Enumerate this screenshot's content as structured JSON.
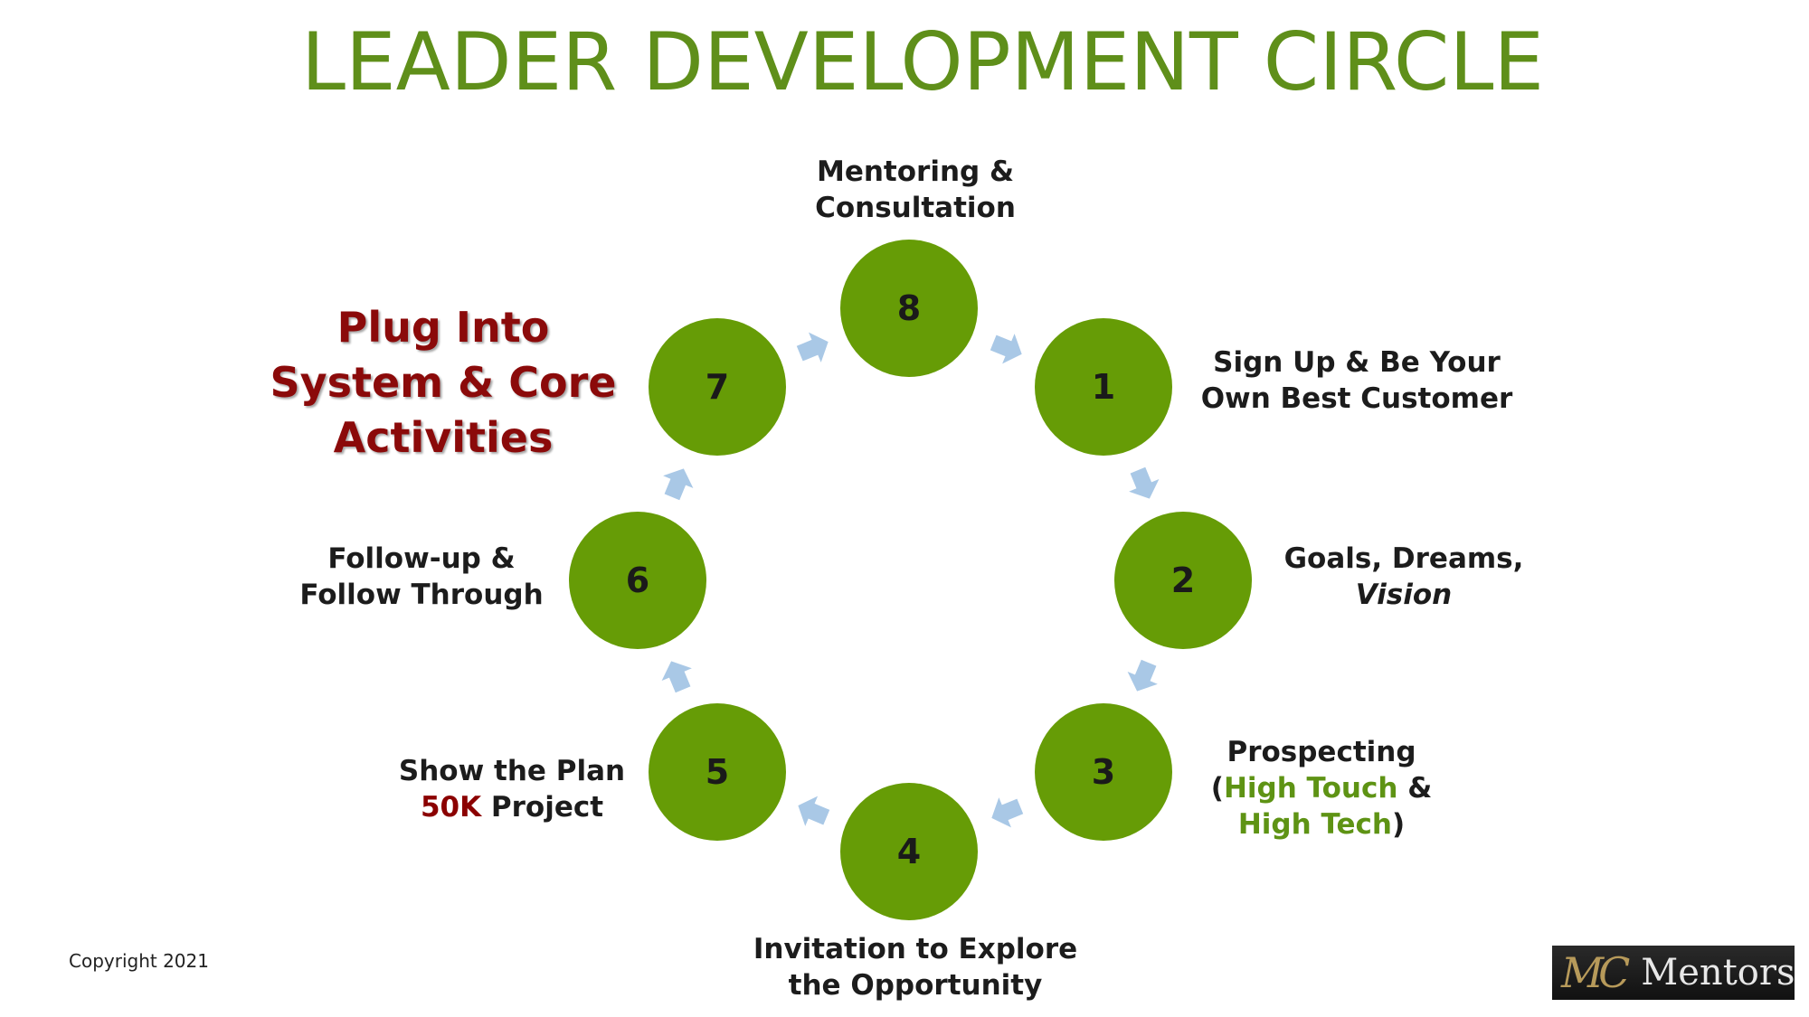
{
  "title": "LEADER DEVELOPMENT CIRCLE",
  "callout": {
    "line1": "Plug Into",
    "line2": "System & Core",
    "line3": "Activities"
  },
  "nodes": [
    {
      "num": "1"
    },
    {
      "num": "2"
    },
    {
      "num": "3"
    },
    {
      "num": "4"
    },
    {
      "num": "5"
    },
    {
      "num": "6"
    },
    {
      "num": "7"
    },
    {
      "num": "8"
    }
  ],
  "labels": {
    "n8": {
      "line1": "Mentoring &",
      "line2": "Consultation"
    },
    "n1": {
      "line1": "Sign Up & Be Your",
      "line2": "Own Best Customer"
    },
    "n2": {
      "line1": "Goals, Dreams,",
      "line2": "Vision"
    },
    "n3": {
      "line1": "Prospecting",
      "open_paren": "(",
      "high_touch": "High Touch",
      "amp": " &",
      "high_tech": "High Tech",
      "close_paren": ")"
    },
    "n4": {
      "line1": "Invitation to Explore",
      "line2": "the Opportunity"
    },
    "n5": {
      "line1": "Show the Plan",
      "highlight": "50K",
      "rest": " Project"
    },
    "n6": {
      "line1": "Follow-up &",
      "line2": "Follow Through"
    }
  },
  "copyright": "Copyright 2021",
  "logo": {
    "mark": "MC",
    "text": "Mentors"
  },
  "colors": {
    "title": "#5f8f1a",
    "node_fill": "#669c06",
    "arrow": "#a9c8e6",
    "highlight_green": "#5e9314",
    "highlight_red": "#8b0000"
  },
  "icons": {
    "arrow": "chevron-arrow-icon"
  }
}
